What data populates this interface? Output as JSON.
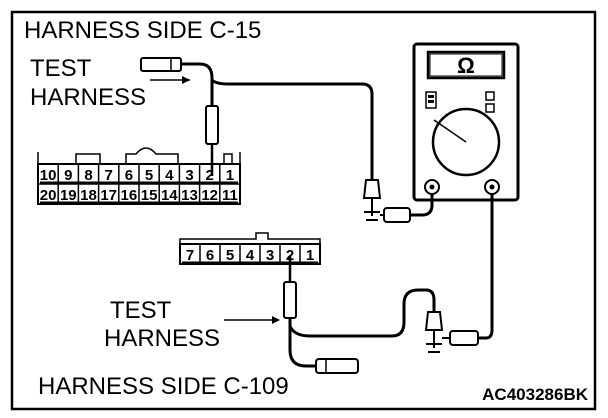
{
  "labels": {
    "top_title": "HARNESS SIDE C-15",
    "bottom_title": "HARNESS SIDE C-109",
    "test_harness_top_1": "TEST",
    "test_harness_top_2": "HARNESS",
    "test_harness_bottom_1": "TEST",
    "test_harness_bottom_2": "HARNESS",
    "figure_code": "AC403286BK"
  },
  "meter": {
    "symbol": "Ω"
  },
  "connector_c15": {
    "top_row": [
      "10",
      "9",
      "8",
      "7",
      "6",
      "5",
      "4",
      "3",
      "2",
      "1"
    ],
    "bottom_row": [
      "20",
      "19",
      "18",
      "17",
      "16",
      "15",
      "14",
      "13",
      "12",
      "11"
    ]
  },
  "connector_c109": {
    "row": [
      "7",
      "6",
      "5",
      "4",
      "3",
      "2",
      "1"
    ]
  },
  "colors": {
    "ink": "#000000",
    "paper": "#ffffff"
  }
}
